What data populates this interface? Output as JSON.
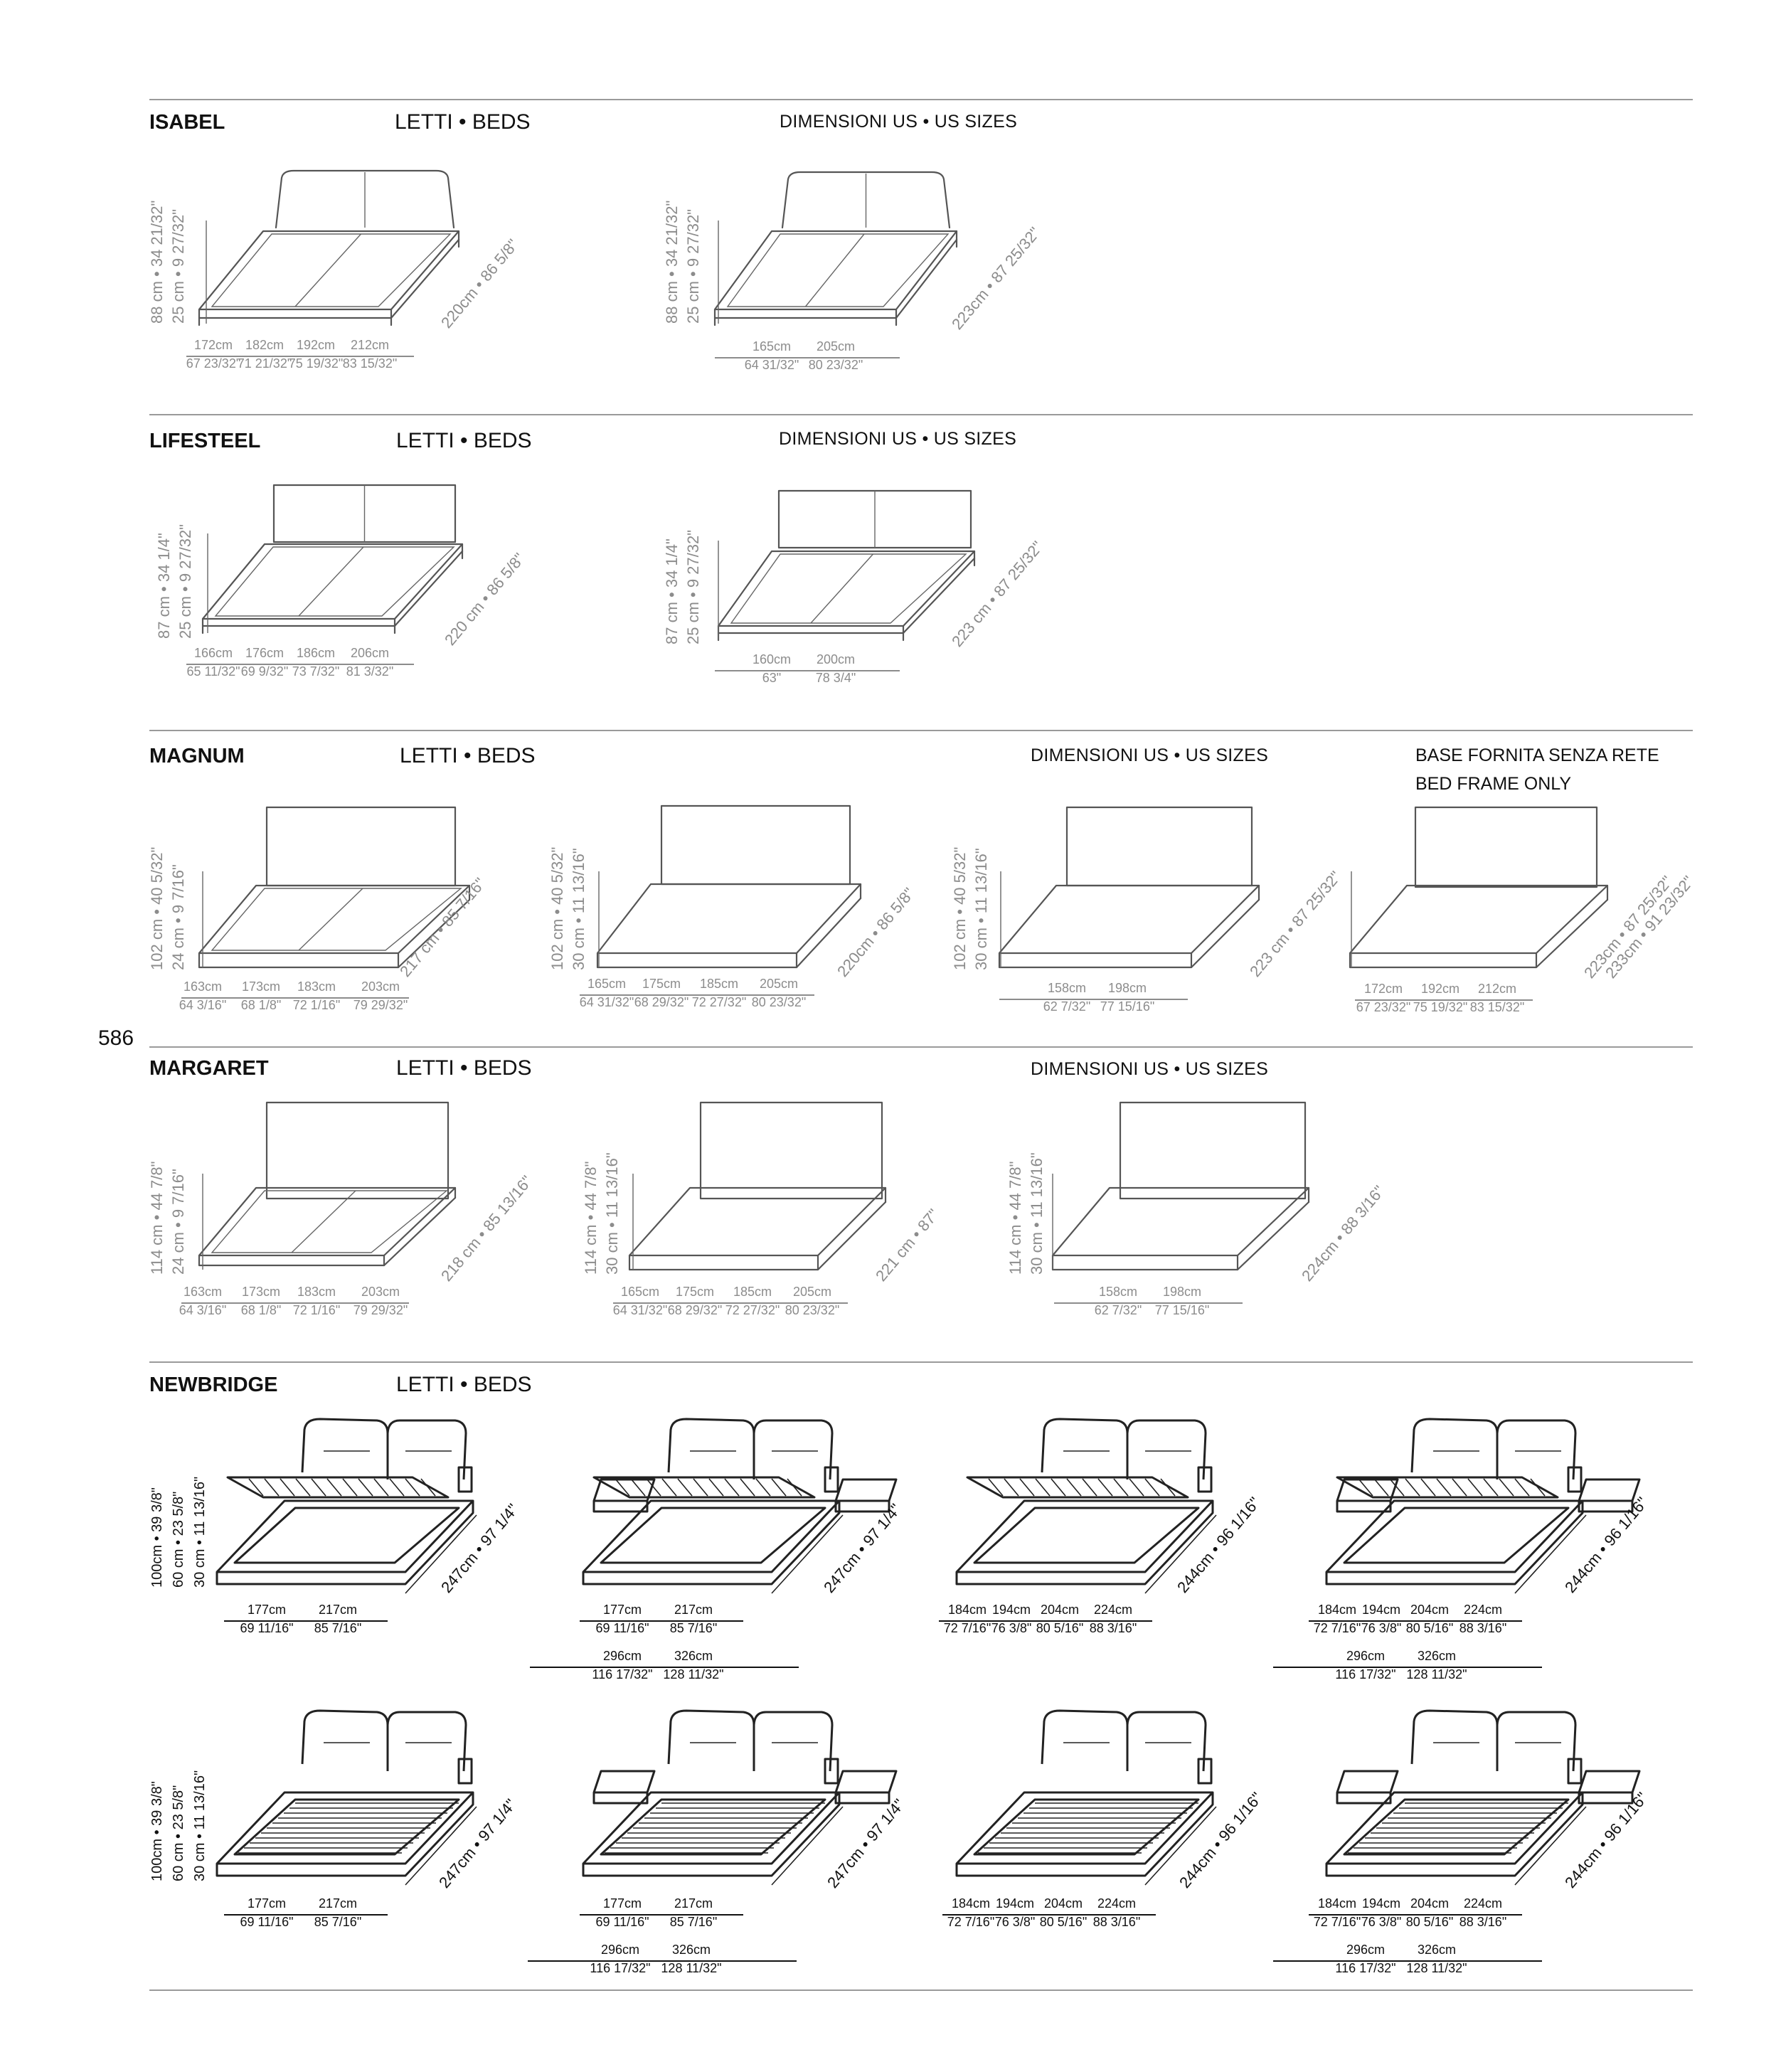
{
  "page_number": "586",
  "category_label": "LETTI • BEDS",
  "us_sizes_label": "DIMENSIONI US • US SIZES",
  "sections": [
    {
      "name": "ISABEL",
      "variants": [
        {
          "height_label": "88 cm • 34 21/32\"",
          "sub_height_label": "25 cm • 9 27/32\"",
          "diag_label": "220cm • 86 5/8\"",
          "widths_cm": [
            "172cm",
            "182cm",
            "192cm",
            "212cm"
          ],
          "widths_in": [
            "67 23/32\"",
            "71 21/32\"",
            "75 19/32\"",
            "83 15/32\""
          ]
        },
        {
          "height_label": "88 cm • 34 21/32\"",
          "sub_height_label": "25 cm • 9 27/32\"",
          "diag_label": "223cm • 87 25/32\"",
          "widths_cm": [
            "165cm",
            "205cm"
          ],
          "widths_in": [
            "64 31/32\"",
            "80 23/32\""
          ]
        }
      ]
    },
    {
      "name": "LIFESTEEL",
      "variants": [
        {
          "height_label": "87 cm • 34 1/4\"",
          "sub_height_label": "25 cm • 9 27/32\"",
          "diag_label": "220 cm • 86 5/8\"",
          "widths_cm": [
            "166cm",
            "176cm",
            "186cm",
            "206cm"
          ],
          "widths_in": [
            "65 11/32\"",
            "69 9/32\"",
            "73 7/32\"",
            "81 3/32\""
          ]
        },
        {
          "height_label": "87 cm • 34 1/4\"",
          "sub_height_label": "25 cm • 9 27/32\"",
          "diag_label": "223 cm • 87 25/32\"",
          "widths_cm": [
            "160cm",
            "200cm"
          ],
          "widths_in": [
            "63\"",
            "78 3/4\""
          ]
        }
      ]
    },
    {
      "name": "MAGNUM",
      "note": [
        "BASE FORNITA SENZA RETE",
        "BED FRAME ONLY"
      ],
      "variants": [
        {
          "height_label": "102 cm • 40 5/32\"",
          "sub_height_label": "24 cm • 9 7/16\"",
          "diag_label": "217 cm • 85 7/16\"",
          "widths_cm": [
            "163cm",
            "173cm",
            "183cm",
            "203cm"
          ],
          "widths_in": [
            "64 3/16\"",
            "68 1/8\"",
            "72 1/16\"",
            "79 29/32\""
          ]
        },
        {
          "height_label": "102 cm • 40 5/32\"",
          "sub_height_label": "30 cm • 11 13/16\"",
          "diag_label": "220cm • 86 5/8\"",
          "widths_cm": [
            "165cm",
            "175cm",
            "185cm",
            "205cm"
          ],
          "widths_in": [
            "64 31/32\"",
            "68 29/32\"",
            "72 27/32\"",
            "80 23/32\""
          ]
        },
        {
          "height_label": "102 cm • 40 5/32\"",
          "sub_height_label": "30 cm • 11 13/16\"",
          "diag_label": "223 cm • 87 25/32\"",
          "widths_cm": [
            "158cm",
            "198cm"
          ],
          "widths_in": [
            "62 7/32\"",
            "77 15/16\""
          ]
        },
        {
          "height_label": "",
          "sub_height_label": "",
          "diag_label": "223cm • 87 25/32\"",
          "diag_label_2": "233cm • 91 23/32\"",
          "widths_cm": [
            "172cm",
            "192cm",
            "212cm"
          ],
          "widths_in": [
            "67 23/32\"",
            "75 19/32\"",
            "83 15/32\""
          ]
        }
      ]
    },
    {
      "name": "MARGARET",
      "variants": [
        {
          "height_label": "114 cm • 44 7/8\"",
          "sub_height_label": "24 cm • 9 7/16\"",
          "diag_label": "218 cm • 85 13/16\"",
          "widths_cm": [
            "163cm",
            "173cm",
            "183cm",
            "203cm"
          ],
          "widths_in": [
            "64 3/16\"",
            "68 1/8\"",
            "72 1/16\"",
            "79 29/32\""
          ]
        },
        {
          "height_label": "114 cm • 44 7/8\"",
          "sub_height_label": "30 cm • 11 13/16\"",
          "diag_label": "221 cm • 87\"",
          "widths_cm": [
            "165cm",
            "175cm",
            "185cm",
            "205cm"
          ],
          "widths_in": [
            "64 31/32\"",
            "68 29/32\"",
            "72 27/32\"",
            "80 23/32\""
          ]
        },
        {
          "height_label": "114 cm • 44 7/8\"",
          "sub_height_label": "30 cm • 11 13/16\"",
          "diag_label": "224cm • 88 3/16\"",
          "widths_cm": [
            "158cm",
            "198cm"
          ],
          "widths_in": [
            "62 7/32\"",
            "77 15/16\""
          ]
        }
      ]
    },
    {
      "name": "NEWBRIDGE",
      "height_labels": [
        "100cm • 39 3/8\"",
        "60 cm • 23 5/8\"",
        "30 cm • 11 13/16\""
      ],
      "variants": [
        {
          "diag_label": "247cm • 97 1/4\"",
          "widths_cm": [
            "177cm",
            "217cm"
          ],
          "widths_in": [
            "69 11/16\"",
            "85 7/16\""
          ]
        },
        {
          "diag_label": "247cm • 97 1/4\"",
          "widths_cm": [
            "177cm",
            "217cm"
          ],
          "widths_in": [
            "69 11/16\"",
            "85 7/16\""
          ],
          "total_cm": [
            "296cm",
            "326cm"
          ],
          "total_in": [
            "116 17/32\"",
            "128 11/32\""
          ]
        },
        {
          "diag_label": "244cm • 96 1/16\"",
          "widths_cm": [
            "184cm",
            "194cm",
            "204cm",
            "224cm"
          ],
          "widths_in": [
            "72 7/16\"",
            "76 3/8\"",
            "80 5/16\"",
            "88 3/16\""
          ]
        },
        {
          "diag_label": "244cm • 96 1/16\"",
          "widths_cm": [
            "184cm",
            "194cm",
            "204cm",
            "224cm"
          ],
          "widths_in": [
            "72 7/16\"",
            "76 3/8\"",
            "80 5/16\"",
            "88 3/16\""
          ],
          "total_cm": [
            "296cm",
            "326cm"
          ],
          "total_in": [
            "116 17/32\"",
            "128 11/32\""
          ]
        }
      ]
    }
  ]
}
